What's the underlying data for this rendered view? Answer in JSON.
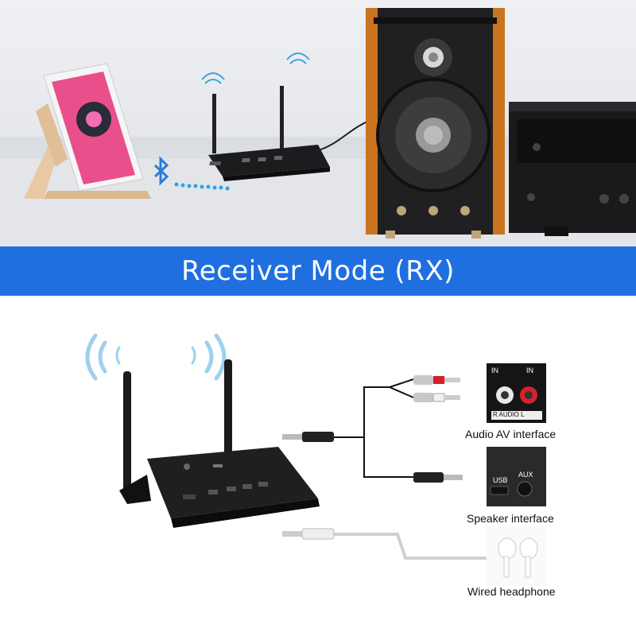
{
  "banner": {
    "title": "Receiver Mode (RX)"
  },
  "connections": [
    {
      "id": "av",
      "label": "Audio AV interface"
    },
    {
      "id": "speaker",
      "label": "Speaker interface"
    },
    {
      "id": "headphone",
      "label": "Wired headphone"
    }
  ],
  "av_panel": {
    "in_left": "IN",
    "in_right": "IN",
    "caption": "R AUDIO L"
  },
  "speaker_panel": {
    "usb": "USB",
    "aux": "AUX"
  },
  "colors": {
    "banner": "#1f6fe0",
    "bluetooth": "#2a7ed8",
    "speaker_wood": "#c9741f"
  }
}
